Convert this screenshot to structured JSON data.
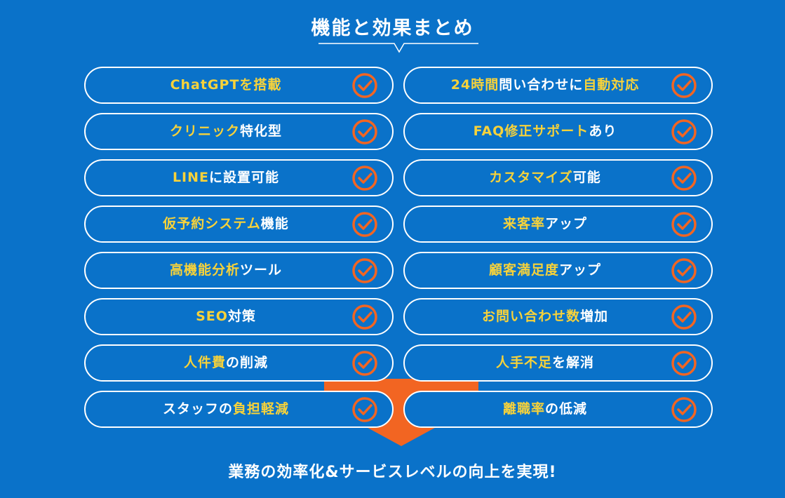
{
  "title": "機能と効果まとめ",
  "footer": "業務の効率化&サービスレベルの向上を実現!",
  "colors": {
    "background": "#0a72c9",
    "highlight": "#f7d23a",
    "accent": "#f26522",
    "text": "#ffffff"
  },
  "icons": {
    "check": "check-circle-icon"
  },
  "left": [
    {
      "parts": [
        {
          "t": "ChatGPT",
          "c": "y"
        },
        {
          "t": "を搭載",
          "c": "y"
        }
      ]
    },
    {
      "parts": [
        {
          "t": "クリニック",
          "c": "y"
        },
        {
          "t": "特化型",
          "c": "w"
        }
      ]
    },
    {
      "parts": [
        {
          "t": "LINE",
          "c": "y"
        },
        {
          "t": "に設置可能",
          "c": "w"
        }
      ]
    },
    {
      "parts": [
        {
          "t": "仮予約システム",
          "c": "y"
        },
        {
          "t": "機能",
          "c": "w"
        }
      ]
    },
    {
      "parts": [
        {
          "t": "高機能分析",
          "c": "y"
        },
        {
          "t": "ツール",
          "c": "w"
        }
      ]
    },
    {
      "parts": [
        {
          "t": "SEO",
          "c": "y"
        },
        {
          "t": "対策",
          "c": "w"
        }
      ]
    },
    {
      "parts": [
        {
          "t": "人件費",
          "c": "y"
        },
        {
          "t": "の削減",
          "c": "w"
        }
      ]
    },
    {
      "parts": [
        {
          "t": "スタッフの",
          "c": "w"
        },
        {
          "t": "負担軽減",
          "c": "y"
        }
      ]
    }
  ],
  "right": [
    {
      "parts": [
        {
          "t": "24時間",
          "c": "y"
        },
        {
          "t": "問い合わせに",
          "c": "w"
        },
        {
          "t": "自動対応",
          "c": "y"
        }
      ]
    },
    {
      "parts": [
        {
          "t": "FAQ修正サポート",
          "c": "y"
        },
        {
          "t": "あり",
          "c": "w"
        }
      ]
    },
    {
      "parts": [
        {
          "t": "カスタマイズ",
          "c": "y"
        },
        {
          "t": "可能",
          "c": "w"
        }
      ]
    },
    {
      "parts": [
        {
          "t": "来客率",
          "c": "y"
        },
        {
          "t": "アップ",
          "c": "w"
        }
      ]
    },
    {
      "parts": [
        {
          "t": "顧客満足度",
          "c": "y"
        },
        {
          "t": "アップ",
          "c": "w"
        }
      ]
    },
    {
      "parts": [
        {
          "t": "お問い合わせ数",
          "c": "y"
        },
        {
          "t": "増加",
          "c": "w"
        }
      ]
    },
    {
      "parts": [
        {
          "t": "人手不足",
          "c": "y"
        },
        {
          "t": "を解消",
          "c": "w"
        }
      ]
    },
    {
      "parts": [
        {
          "t": "離職率",
          "c": "y"
        },
        {
          "t": "の低減",
          "c": "w"
        }
      ]
    }
  ]
}
